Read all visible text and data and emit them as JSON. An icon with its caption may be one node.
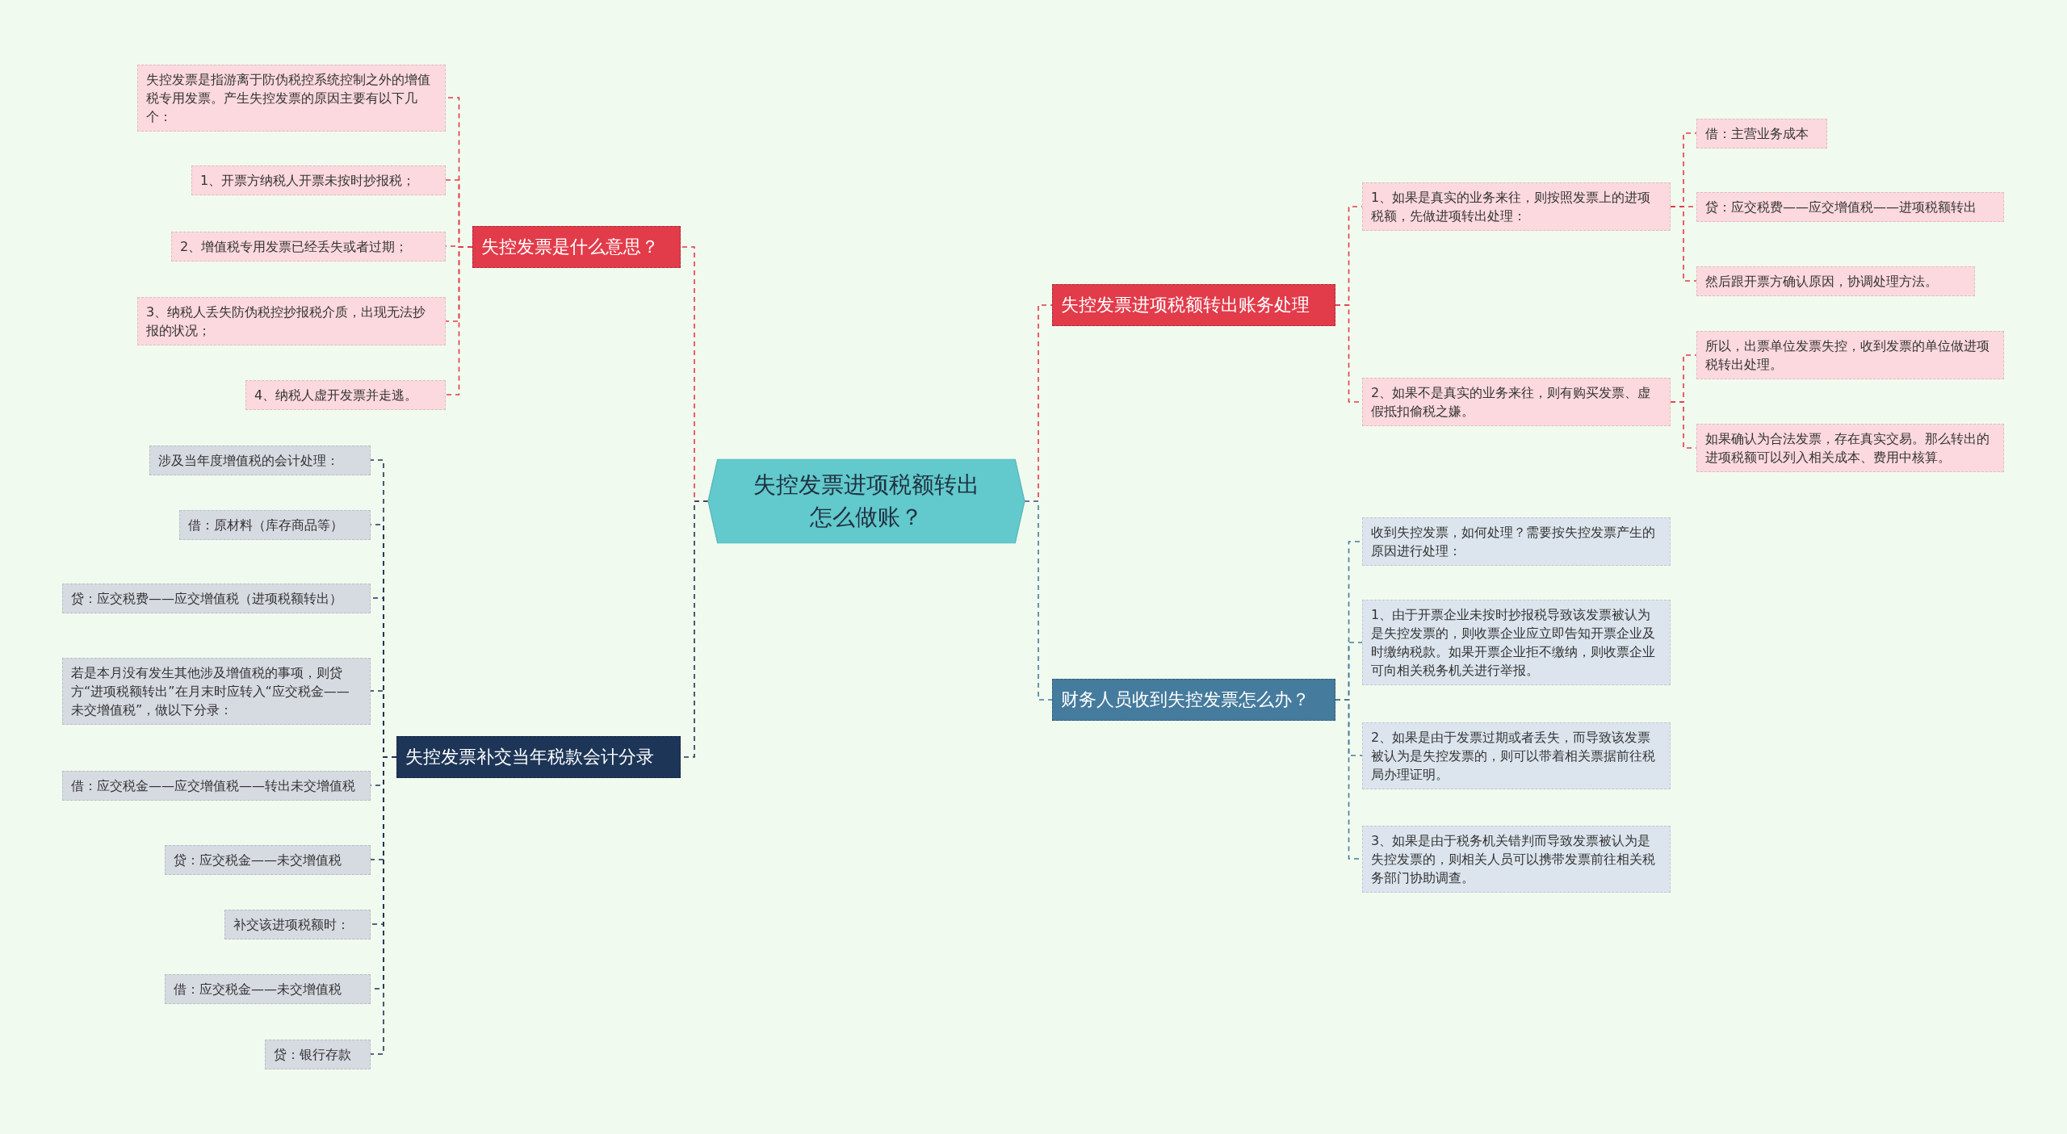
{
  "diagram": {
    "nodes": [
      {
        "text": [
          "失控发票进项税额转出怎么做账？"
        ]
      },
      {
        "text": [
          "失控发票是什么意思？"
        ]
      },
      {
        "text": [
          "失控发票是指游离于防伪税控系统控制之外的增值税专用发票。产生失控发票的原因主要有以下几个："
        ]
      },
      {
        "text": [
          "1、开票方纳税人开票未按时抄报税；"
        ]
      },
      {
        "text": [
          "2、增值税专用发票已经丢失或者过期；"
        ]
      },
      {
        "text": [
          "3、纳税人丢失防伪税控抄报税介质，出现无法抄报的状况；"
        ]
      },
      {
        "text": [
          "4、纳税人虚开发票并走逃。"
        ]
      },
      {
        "text": [
          "失控发票补交当年税款会计分录"
        ]
      },
      {
        "text": [
          "涉及当年度增值税的会计处理："
        ]
      },
      {
        "text": [
          "借：原材料（库存商品等）"
        ]
      },
      {
        "text": [
          "贷：应交税费——应交增值税（进项税额转出）"
        ]
      },
      {
        "text": [
          "若是本月没有发生其他涉及增值税的事项，则贷方“进项税额转出”在月末时应转入“应交税金——未交增值税”，做以下分录："
        ]
      },
      {
        "text": [
          "借：应交税金——应交增值税——转出未交增值税"
        ]
      },
      {
        "text": [
          "贷：应交税金——未交增值税"
        ]
      },
      {
        "text": [
          "补交该进项税额时："
        ]
      },
      {
        "text": [
          "借：应交税金——未交增值税"
        ]
      },
      {
        "text": [
          "贷：银行存款"
        ]
      },
      {
        "text": [
          "失控发票进项税额转出账务处理"
        ]
      },
      {
        "text": [
          "1、如果是真实的业务来往，则按照发票上的进项税额，先做进项转出处理："
        ]
      },
      {
        "text": [
          "借：主营业务成本"
        ]
      },
      {
        "text": [
          "贷：应交税费——应交增值税——进项税额转出"
        ]
      },
      {
        "text": [
          "然后跟开票方确认原因，协调处理方法。"
        ]
      },
      {
        "text": [
          "2、如果不是真实的业务来往，则有购买发票、虚假抵扣偷税之嫌。"
        ]
      },
      {
        "text": [
          "所以，出票单位发票失控，收到发票的单位做进项税转出处理。"
        ]
      },
      {
        "text": [
          "如果确认为合法发票，存在真实交易。那么转出的进项税额可以列入相关成本、费用中核算。"
        ]
      },
      {
        "text": [
          "财务人员收到失控发票怎么办？"
        ]
      },
      {
        "text": [
          "收到失控发票，如何处理？需要按失控发票产生的原因进行处理："
        ]
      },
      {
        "text": [
          "1、由于开票企业未按时抄报税导致该发票被认为是失控发票的，则收票企业应立即告知开票企业及时缴纳税款。如果开票企业拒不缴纳，则收票企业可向相关税务机关进行举报。"
        ]
      },
      {
        "text": [
          "2、如果是由于发票过期或者丢失，而导致该发票被认为是失控发票的，则可以带着相关票据前往税局办理证明。"
        ]
      },
      {
        "text": [
          "3、如果是由于税务机关错判而导致发票被认为是失控发票的，则相关人员可以携带发票前往相关税务部门协助调查。"
        ]
      }
    ],
    "edges": [
      {
        "from": 0,
        "to": 1,
        "arrow": "none",
        "style": "dashed",
        "color": "#e23b4a"
      },
      {
        "from": 1,
        "to": 2,
        "arrow": "none",
        "style": "dashed",
        "color": "#e23b4a"
      },
      {
        "from": 1,
        "to": 3,
        "arrow": "none",
        "style": "dashed",
        "color": "#e23b4a"
      },
      {
        "from": 1,
        "to": 4,
        "arrow": "none",
        "style": "dashed",
        "color": "#e23b4a"
      },
      {
        "from": 1,
        "to": 5,
        "arrow": "none",
        "style": "dashed",
        "color": "#e23b4a"
      },
      {
        "from": 1,
        "to": 6,
        "arrow": "none",
        "style": "dashed",
        "color": "#e23b4a"
      },
      {
        "from": 0,
        "to": 7,
        "arrow": "none",
        "style": "dashed",
        "color": "#1d3557"
      },
      {
        "from": 7,
        "to": 8,
        "arrow": "none",
        "style": "dashed",
        "color": "#1d3557"
      },
      {
        "from": 7,
        "to": 9,
        "arrow": "none",
        "style": "dashed",
        "color": "#1d3557"
      },
      {
        "from": 7,
        "to": 10,
        "arrow": "none",
        "style": "dashed",
        "color": "#1d3557"
      },
      {
        "from": 7,
        "to": 11,
        "arrow": "none",
        "style": "dashed",
        "color": "#1d3557"
      },
      {
        "from": 7,
        "to": 12,
        "arrow": "none",
        "style": "dashed",
        "color": "#1d3557"
      },
      {
        "from": 7,
        "to": 13,
        "arrow": "none",
        "style": "dashed",
        "color": "#1d3557"
      },
      {
        "from": 7,
        "to": 14,
        "arrow": "none",
        "style": "dashed",
        "color": "#1d3557"
      },
      {
        "from": 7,
        "to": 15,
        "arrow": "none",
        "style": "dashed",
        "color": "#1d3557"
      },
      {
        "from": 7,
        "to": 16,
        "arrow": "none",
        "style": "dashed",
        "color": "#1d3557"
      },
      {
        "from": 0,
        "to": 17,
        "arrow": "none",
        "style": "dashed",
        "color": "#e23b4a"
      },
      {
        "from": 17,
        "to": 18,
        "arrow": "none",
        "style": "dashed",
        "color": "#e23b4a"
      },
      {
        "from": 18,
        "to": 19,
        "arrow": "none",
        "style": "dashed",
        "color": "#e23b4a"
      },
      {
        "from": 18,
        "to": 20,
        "arrow": "none",
        "style": "dashed",
        "color": "#e23b4a"
      },
      {
        "from": 18,
        "to": 21,
        "arrow": "none",
        "style": "dashed",
        "color": "#e23b4a"
      },
      {
        "from": 17,
        "to": 22,
        "arrow": "none",
        "style": "dashed",
        "color": "#e23b4a"
      },
      {
        "from": 22,
        "to": 23,
        "arrow": "none",
        "style": "dashed",
        "color": "#e23b4a"
      },
      {
        "from": 22,
        "to": 24,
        "arrow": "none",
        "style": "dashed",
        "color": "#e23b4a"
      },
      {
        "from": 0,
        "to": 25,
        "arrow": "none",
        "style": "dashed",
        "color": "#457b9d"
      },
      {
        "from": 25,
        "to": 26,
        "arrow": "none",
        "style": "dashed",
        "color": "#457b9d"
      },
      {
        "from": 25,
        "to": 27,
        "arrow": "none",
        "style": "dashed",
        "color": "#457b9d"
      },
      {
        "from": 25,
        "to": 28,
        "arrow": "none",
        "style": "dashed",
        "color": "#457b9d"
      },
      {
        "from": 25,
        "to": 29,
        "arrow": "none",
        "style": "dashed",
        "color": "#457b9d"
      }
    ]
  }
}
